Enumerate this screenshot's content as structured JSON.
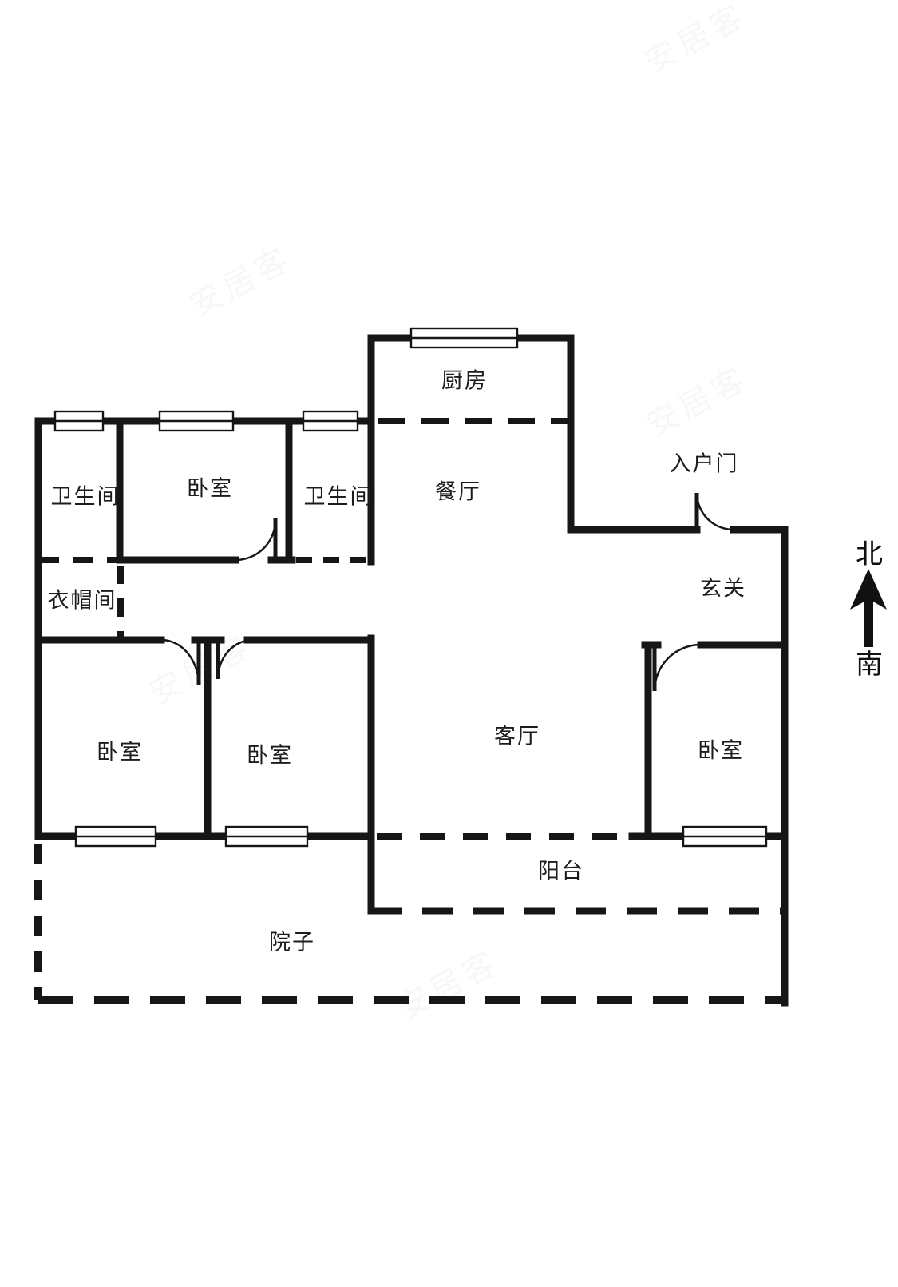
{
  "floorplan": {
    "labels": {
      "kitchen": "厨房",
      "bathroom_top_left": "卫生间",
      "bedroom_top": "卧室",
      "bathroom_top_right": "卫生间",
      "dining": "餐厅",
      "entry_door": "入户门",
      "foyer": "玄关",
      "cloakroom": "衣帽间",
      "bedroom_left": "卧室",
      "bedroom_middle": "卧室",
      "bedroom_right": "卧室",
      "living_room": "客厅",
      "balcony": "阳台",
      "courtyard": "院子"
    },
    "compass": {
      "north_label": "北",
      "south_label": "南"
    },
    "colors": {
      "wall": "#161616",
      "background": "#ffffff"
    },
    "watermark": "安居客"
  }
}
